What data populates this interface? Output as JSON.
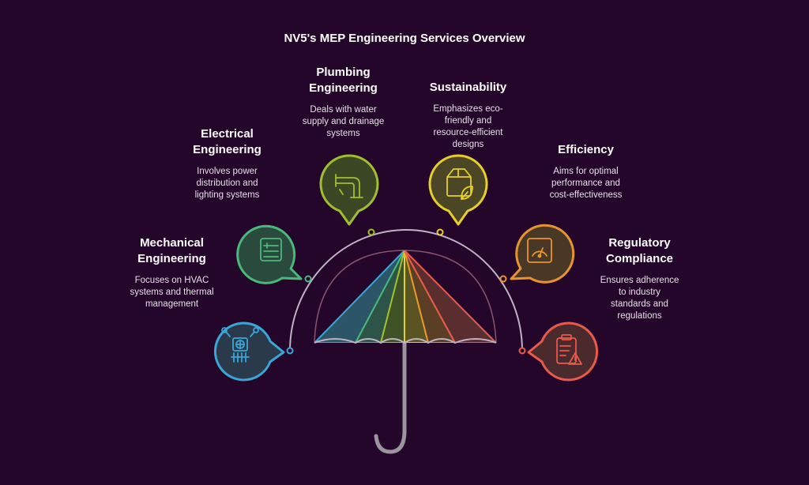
{
  "title": "NV5's MEP Engineering Services Overview",
  "services": [
    {
      "name": "Mechanical\nEngineering",
      "desc": "Focuses on HVAC\nsystems and thermal\nmanagement",
      "icon": "hvac-fan-icon",
      "color": "#3aa6d8"
    },
    {
      "name": "Electrical\nEngineering",
      "desc": "Involves power\ndistribution and\nlighting systems",
      "icon": "electrical-panel-icon",
      "color": "#49b97a"
    },
    {
      "name": "Plumbing\nEngineering",
      "desc": "Deals with water\nsupply and drainage\nsystems",
      "icon": "pipe-faucet-icon",
      "color": "#9fbf2e"
    },
    {
      "name": "Sustainability",
      "desc": "Emphasizes eco-\nfriendly and\nresource-efficient\ndesigns",
      "icon": "eco-box-leaf-icon",
      "color": "#e6cf2a"
    },
    {
      "name": "Efficiency",
      "desc": "Aims for optimal\nperformance and\ncost-effectiveness",
      "icon": "gauge-icon",
      "color": "#e8942e"
    },
    {
      "name": "Regulatory\nCompliance",
      "desc": "Ensures adherence\nto industry\nstandards and\nregulations",
      "icon": "clipboard-warning-icon",
      "color": "#e85a4a"
    }
  ]
}
